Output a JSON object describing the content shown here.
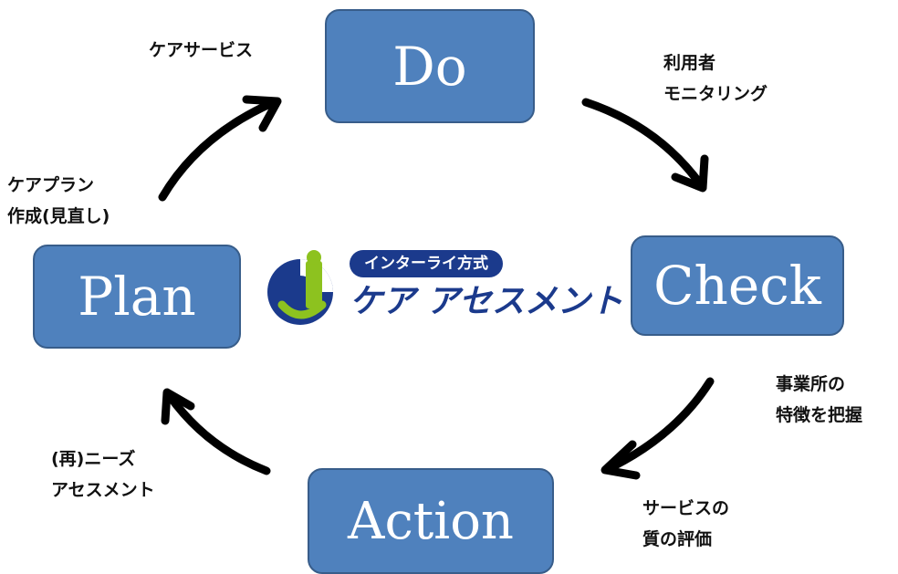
{
  "stages": {
    "do": "Do",
    "check": "Check",
    "action": "Action",
    "plan": "Plan"
  },
  "labels": {
    "care_service": [
      "ケアサービス"
    ],
    "monitoring": [
      "利用者",
      "モニタリング"
    ],
    "features": [
      "事業所の",
      "特徴を把握"
    ],
    "evaluation": [
      "サービスの",
      "質の評価"
    ],
    "reassessment": [
      "(再)ニーズ",
      "アセスメント"
    ],
    "careplan": [
      "ケアプラン",
      "作成(見直し)"
    ]
  },
  "logo": {
    "badge": "インターライ方式",
    "main": "ケア アセスメント"
  },
  "colors": {
    "box_fill": "#4f81bd",
    "box_border": "#385d8a",
    "logo_blue": "#1b3a8c",
    "logo_green": "#8dc21f",
    "arrow": "#000000"
  }
}
